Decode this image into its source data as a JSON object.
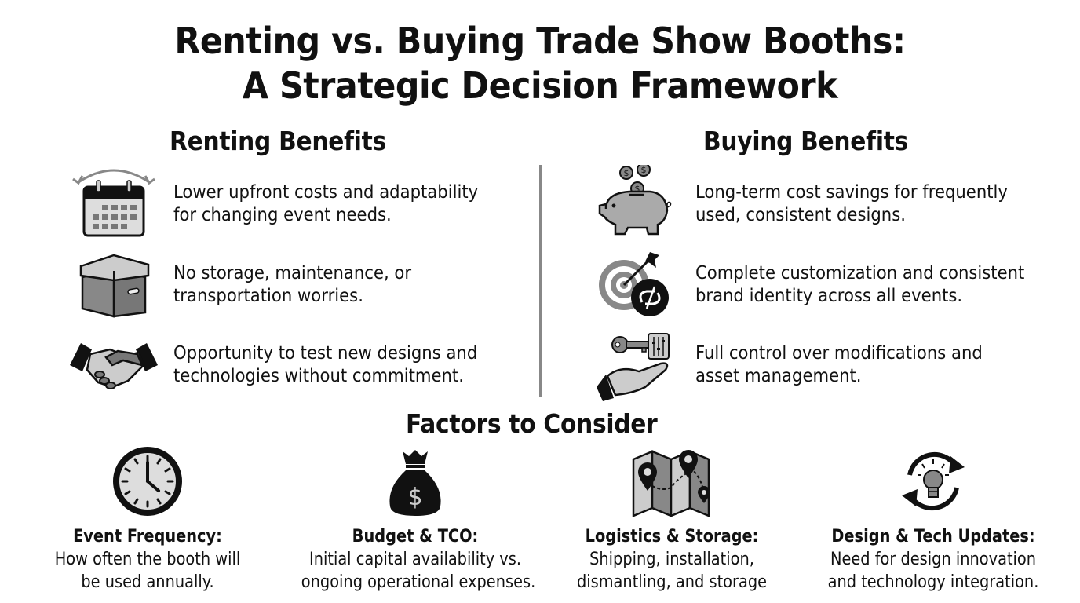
{
  "title": {
    "line1": "Renting vs. Buying Trade Show Booths:",
    "line2": "A Strategic Decision Framework"
  },
  "renting": {
    "heading": "Renting Benefits",
    "items": [
      {
        "icon": "calendar-flexible-icon",
        "line1": "Lower upfront costs and adaptability",
        "line2": "for changing event needs."
      },
      {
        "icon": "storage-box-icon",
        "line1": "No storage, maintenance, or",
        "line2": "transportation worries."
      },
      {
        "icon": "handshake-icon",
        "line1": "Opportunity to test new designs and",
        "line2": "technologies without commitment."
      }
    ]
  },
  "buying": {
    "heading": "Buying Benefits",
    "items": [
      {
        "icon": "piggy-bank-icon",
        "line1": "Long-term cost savings for frequently",
        "line2": "used, consistent designs."
      },
      {
        "icon": "target-brand-icon",
        "line1": "Complete customization and consistent",
        "line2": "brand identity across all events."
      },
      {
        "icon": "key-control-hand-icon",
        "line1": "Full control over modifications and",
        "line2": "asset management."
      }
    ]
  },
  "factors": {
    "heading": "Factors to Consider",
    "items": [
      {
        "icon": "clock-icon",
        "name": "Event Frequency:",
        "line1": "How often the booth will",
        "line2": "be used annually."
      },
      {
        "icon": "money-bag-icon",
        "name": "Budget & TCO:",
        "line1": "Initial capital availability vs.",
        "line2": "ongoing operational expenses."
      },
      {
        "icon": "map-route-icon",
        "name": "Logistics & Storage:",
        "line1": "Shipping, installation,",
        "line2": "dismantling, and storage"
      },
      {
        "icon": "lightbulb-refresh-icon",
        "name": "Design & Tech Updates:",
        "line1": "Need for design innovation",
        "line2": "and technology integration."
      }
    ]
  },
  "colors": {
    "text": "#111111",
    "divider": "#888888",
    "icon_dark": "#111111",
    "icon_mid": "#7a7a7a",
    "icon_light": "#c8c8c8"
  }
}
